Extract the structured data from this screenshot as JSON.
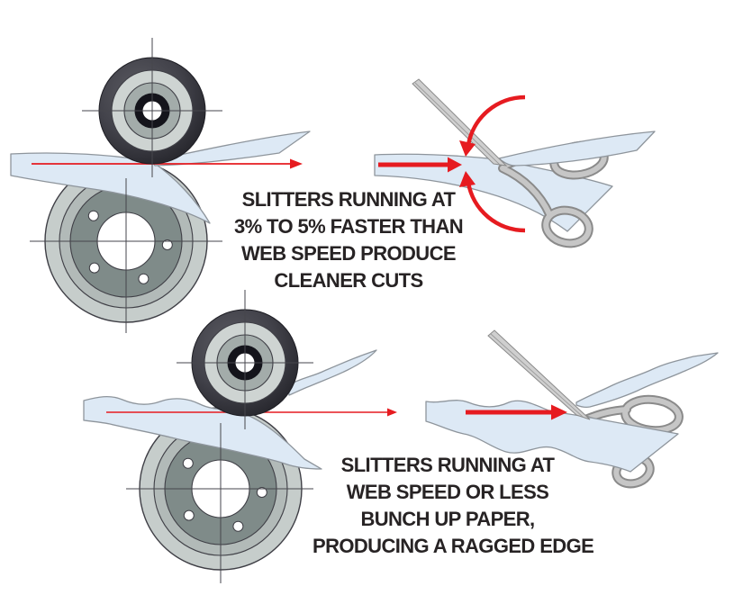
{
  "diagram_title": "Slitter speed vs web speed cut quality diagram",
  "captions": {
    "fast": {
      "lines": [
        "SLITTERS RUNNING AT",
        "3% TO 5% FASTER THAN",
        "WEB SPEED PRODUCE",
        "CLEANER CUTS"
      ]
    },
    "slow": {
      "lines": [
        "SLITTERS RUNNING AT",
        "WEB SPEED OR LESS",
        "BUNCH UP PAPER,",
        "PRODUCING A RAGGED EDGE"
      ]
    }
  },
  "icons": {
    "top_left": "slitter-wheel-and-backing-disc-icon",
    "top_right": "scissors-clean-cut-icon",
    "bottom_left": "slitter-wheel-ragged-web-icon",
    "bottom_right": "scissors-bunched-paper-icon",
    "arrows": [
      "web-direction-arrow-icon",
      "blade-rotation-arrow-icon"
    ]
  },
  "colors": {
    "paper": "#dde9f5",
    "paper_stroke": "#8e959c",
    "red": "#e61b20",
    "metal": "#cbcbcb",
    "metal_stroke": "#8a8a8a",
    "disc_outer": "#c6cdcb",
    "disc_mid": "#b2bab8",
    "disc_inner": "#7f8b89",
    "hairline": "#46464c",
    "ink": "#272324",
    "bg": "#ffffff"
  }
}
